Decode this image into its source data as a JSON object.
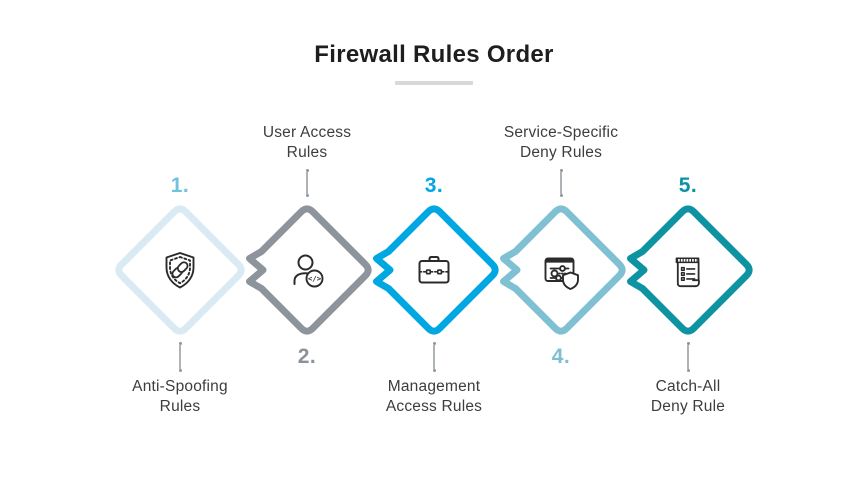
{
  "title": "Firewall Rules Order",
  "steps": [
    {
      "number": "1.",
      "label_line1": "Anti-Spoofing",
      "label_line2": "Rules",
      "label_position": "bottom",
      "icon": "shield-link-icon",
      "accent_color": "#6fc3db",
      "diamond_color": "#d9eaf3"
    },
    {
      "number": "2.",
      "label_line1": "User Access",
      "label_line2": "Rules",
      "label_position": "top",
      "icon": "user-code-icon",
      "badge_text": "</>",
      "accent_color": "#8b9198",
      "diamond_color": "#8e949b"
    },
    {
      "number": "3.",
      "label_line1": "Management",
      "label_line2": "Access Rules",
      "label_position": "bottom",
      "icon": "briefcase-icon",
      "accent_color": "#00a7e1",
      "diamond_color": "#00a7e1"
    },
    {
      "number": "4.",
      "label_line1": "Service-Specific",
      "label_line2": "Deny Rules",
      "label_position": "top",
      "icon": "settings-shield-icon",
      "accent_color": "#7dbed2",
      "diamond_color": "#7fc0d3"
    },
    {
      "number": "5.",
      "label_line1": "Catch-All",
      "label_line2": "Deny Rule",
      "label_position": "bottom",
      "icon": "scroll-icon",
      "accent_color": "#0b93a3",
      "diamond_color": "#0d93a2"
    }
  ],
  "colors": {
    "background": "#ffffff",
    "title_text": "#1e1e1e",
    "title_underline": "#d9d9d9",
    "label_text": "#3d3d3d",
    "connector": "#9aa0a6",
    "icon_stroke": "#2b2b2b"
  }
}
